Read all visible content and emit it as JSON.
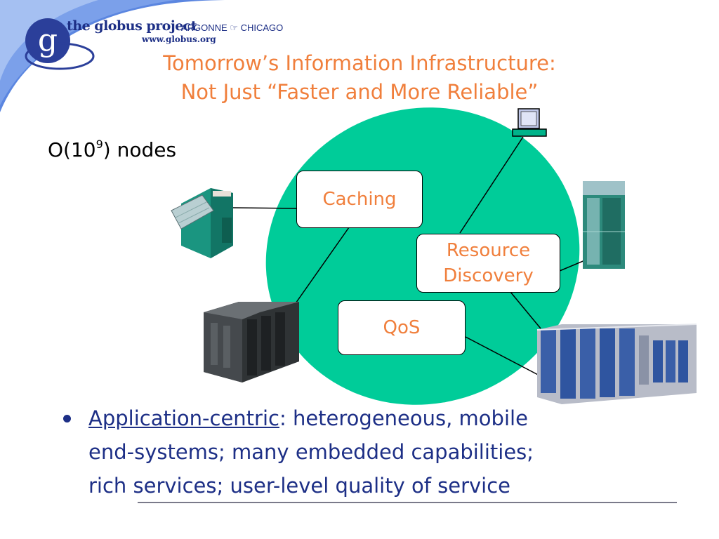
{
  "header": {
    "logo_text": "the globus project",
    "orgs": "ARGONNE ☞ CHICAGO",
    "url": "www.globus.org",
    "logo_glyph": "g"
  },
  "title": {
    "line1": "Tomorrow’s Information Infrastructure:",
    "line2": "Not Just “Faster and More Reliable”"
  },
  "nodes_label": {
    "prefix": "O(10",
    "exponent": "9",
    "suffix": ") nodes"
  },
  "diagram": {
    "ellipse_color": "#00cc99",
    "boxes": {
      "caching": "Caching",
      "resource_line1": "Resource",
      "resource_line2": "Discovery",
      "qos": "QoS"
    },
    "devices": [
      "storage-device-icon",
      "desktop-terminal-icon",
      "tower-server-icon",
      "mainframe-cluster-icon",
      "supercomputer-rack-icon"
    ]
  },
  "bullet": {
    "link_text": "Application-centric",
    "rest_line1": ": heterogeneous, mobile",
    "line2": "end-systems; many embedded capabilities;",
    "line3": "rich services; user-level quality of service"
  },
  "colors": {
    "title": "#f07f3c",
    "body_text": "#1d2f86",
    "ellipse": "#00cc99"
  }
}
